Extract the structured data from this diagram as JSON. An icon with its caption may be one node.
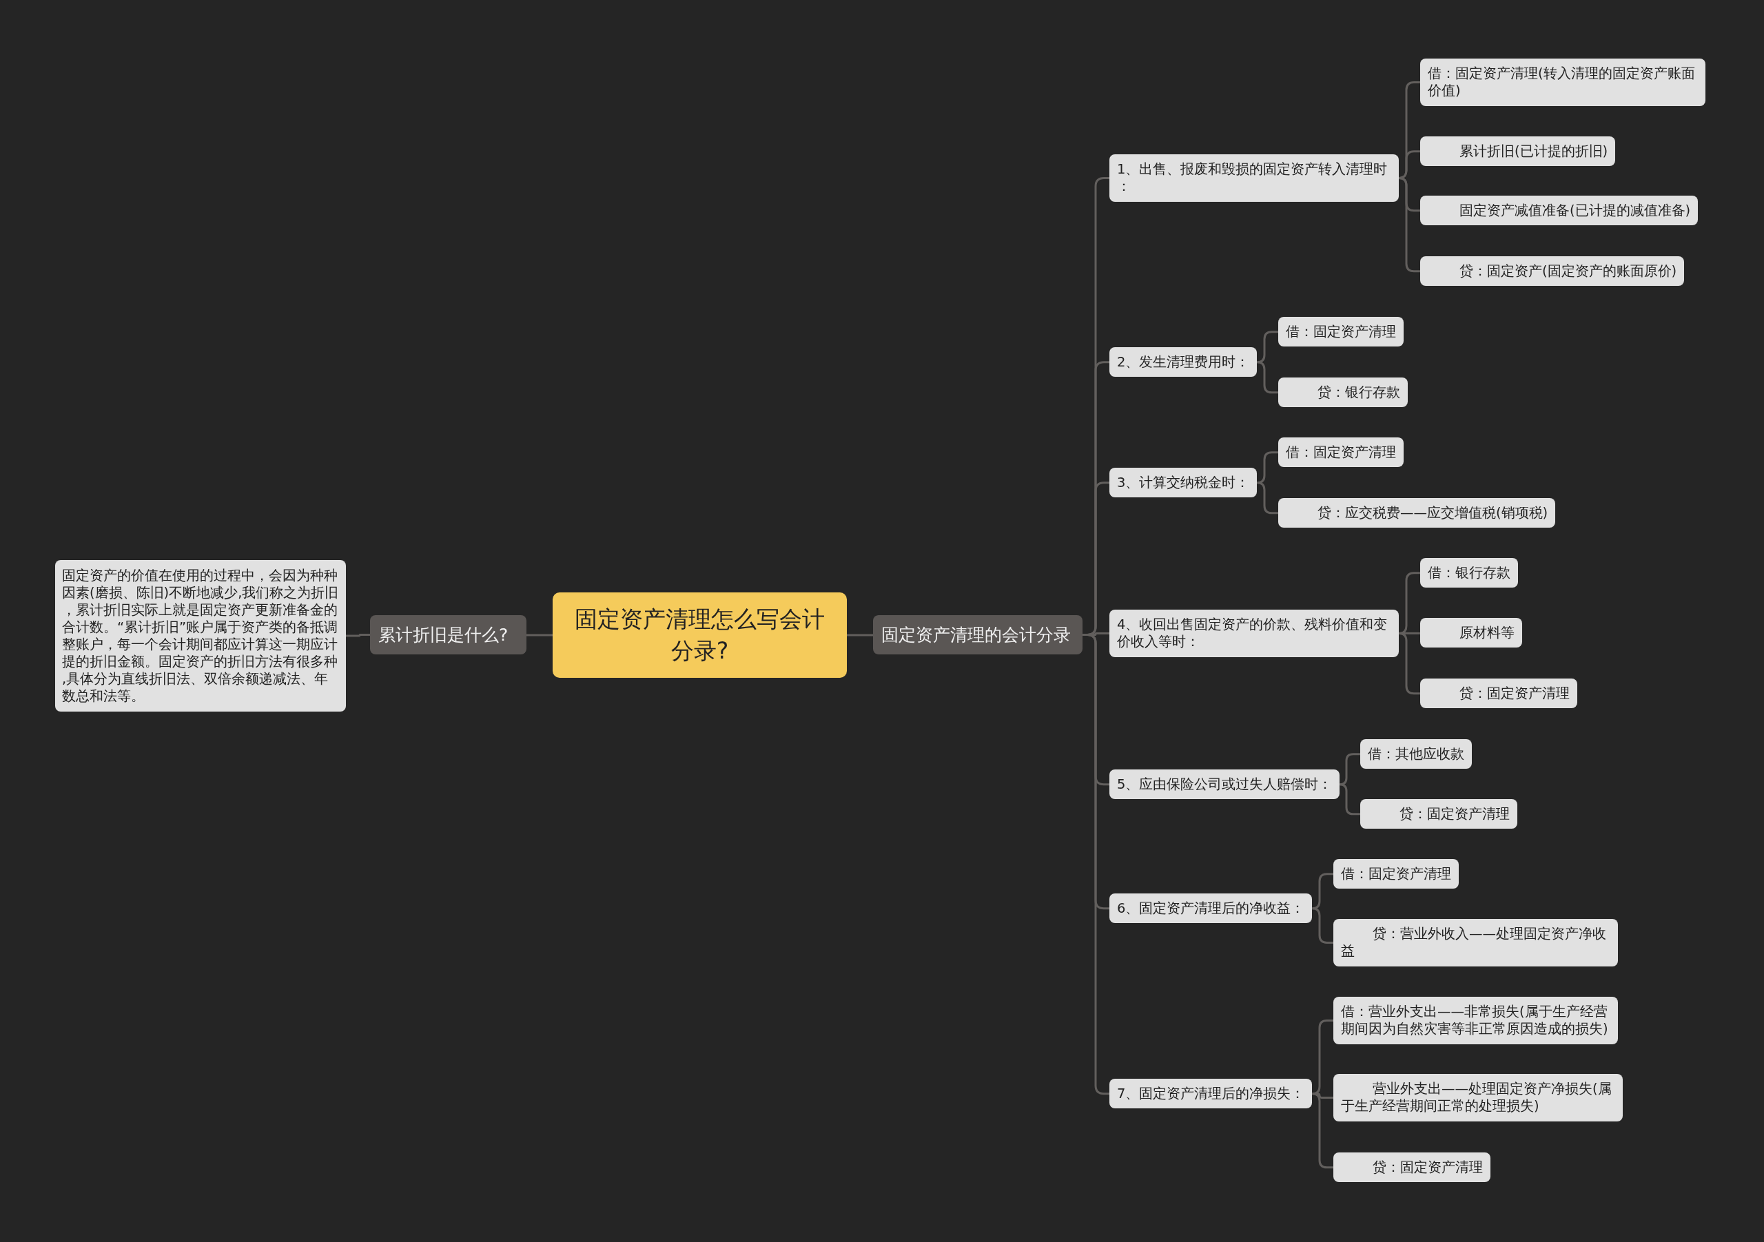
{
  "diagram": {
    "nodes": [
      {
        "text": [
          "固定资产清理怎么写会计分录?"
        ]
      },
      {
        "text": [
          "累计折旧是什么?"
        ]
      },
      {
        "text": [
          "固定资产的价值在使用的过程中，会因为种种因素(磨损、陈旧)不断地减少,我们称之为折旧，累计折旧实际上就是固定资产更新准备金的合计数。“累计折旧”账户属于资产类的备抵调整账户，每一个会计期间都应计算这一期应计提的折旧金额。固定资产的折旧方法有很多种,具体分为直线折旧法、双倍余额递减法、年数总和法等。"
        ]
      },
      {
        "text": [
          "固定资产清理的会计分录"
        ]
      },
      {
        "text": [
          "1、出售、报废和毁损的固定资产转入清理时："
        ]
      },
      {
        "text": [
          "借：固定资产清理(转入清理的固定资产账面价值)"
        ]
      },
      {
        "text": [
          "累计折旧(已计提的折旧)"
        ]
      },
      {
        "text": [
          "固定资产减值准备(已计提的减值准备)"
        ]
      },
      {
        "text": [
          "贷：固定资产(固定资产的账面原价)"
        ]
      },
      {
        "text": [
          "2、发生清理费用时："
        ]
      },
      {
        "text": [
          "借：固定资产清理"
        ]
      },
      {
        "text": [
          "贷：银行存款"
        ]
      },
      {
        "text": [
          "3、计算交纳税金时："
        ]
      },
      {
        "text": [
          "借：固定资产清理"
        ]
      },
      {
        "text": [
          "贷：应交税费——应交增值税(销项税)"
        ]
      },
      {
        "text": [
          "4、收回出售固定资产的价款、残料价值和变价收入等时："
        ]
      },
      {
        "text": [
          "借：银行存款"
        ]
      },
      {
        "text": [
          "原材料等"
        ]
      },
      {
        "text": [
          "贷：固定资产清理"
        ]
      },
      {
        "text": [
          "5、应由保险公司或过失人赔偿时："
        ]
      },
      {
        "text": [
          "借：其他应收款"
        ]
      },
      {
        "text": [
          "贷：固定资产清理"
        ]
      },
      {
        "text": [
          "6、固定资产清理后的净收益："
        ]
      },
      {
        "text": [
          "借：固定资产清理"
        ]
      },
      {
        "text": [
          "贷：营业外收入——处理固定资产净收益"
        ]
      },
      {
        "text": [
          "7、固定资产清理后的净损失："
        ]
      },
      {
        "text": [
          "借：营业外支出——非常损失(属于生产经营期间因为自然灾害等非正常原因造成的损失)"
        ]
      },
      {
        "text": [
          "营业外支出——处理固定资产净损失(属于生产经营期间正常的处理损失)"
        ]
      },
      {
        "text": [
          "贷：固定资产清理"
        ]
      }
    ],
    "edges": [
      {
        "from": 0,
        "to": 1,
        "arrow": "none"
      },
      {
        "from": 1,
        "to": 2,
        "arrow": "none"
      },
      {
        "from": 0,
        "to": 3,
        "arrow": "none"
      },
      {
        "from": 3,
        "to": 4,
        "arrow": "none"
      },
      {
        "from": 4,
        "to": 5,
        "arrow": "none"
      },
      {
        "from": 4,
        "to": 6,
        "arrow": "none"
      },
      {
        "from": 4,
        "to": 7,
        "arrow": "none"
      },
      {
        "from": 4,
        "to": 8,
        "arrow": "none"
      },
      {
        "from": 3,
        "to": 9,
        "arrow": "none"
      },
      {
        "from": 9,
        "to": 10,
        "arrow": "none"
      },
      {
        "from": 9,
        "to": 11,
        "arrow": "none"
      },
      {
        "from": 3,
        "to": 12,
        "arrow": "none"
      },
      {
        "from": 12,
        "to": 13,
        "arrow": "none"
      },
      {
        "from": 12,
        "to": 14,
        "arrow": "none"
      },
      {
        "from": 3,
        "to": 15,
        "arrow": "none"
      },
      {
        "from": 15,
        "to": 16,
        "arrow": "none"
      },
      {
        "from": 15,
        "to": 17,
        "arrow": "none"
      },
      {
        "from": 15,
        "to": 18,
        "arrow": "none"
      },
      {
        "from": 3,
        "to": 19,
        "arrow": "none"
      },
      {
        "from": 19,
        "to": 20,
        "arrow": "none"
      },
      {
        "from": 19,
        "to": 21,
        "arrow": "none"
      },
      {
        "from": 3,
        "to": 22,
        "arrow": "none"
      },
      {
        "from": 22,
        "to": 23,
        "arrow": "none"
      },
      {
        "from": 22,
        "to": 24,
        "arrow": "none"
      },
      {
        "from": 3,
        "to": 25,
        "arrow": "none"
      },
      {
        "from": 25,
        "to": 26,
        "arrow": "none"
      },
      {
        "from": 25,
        "to": 27,
        "arrow": "none"
      },
      {
        "from": 25,
        "to": 28,
        "arrow": "none"
      }
    ]
  }
}
